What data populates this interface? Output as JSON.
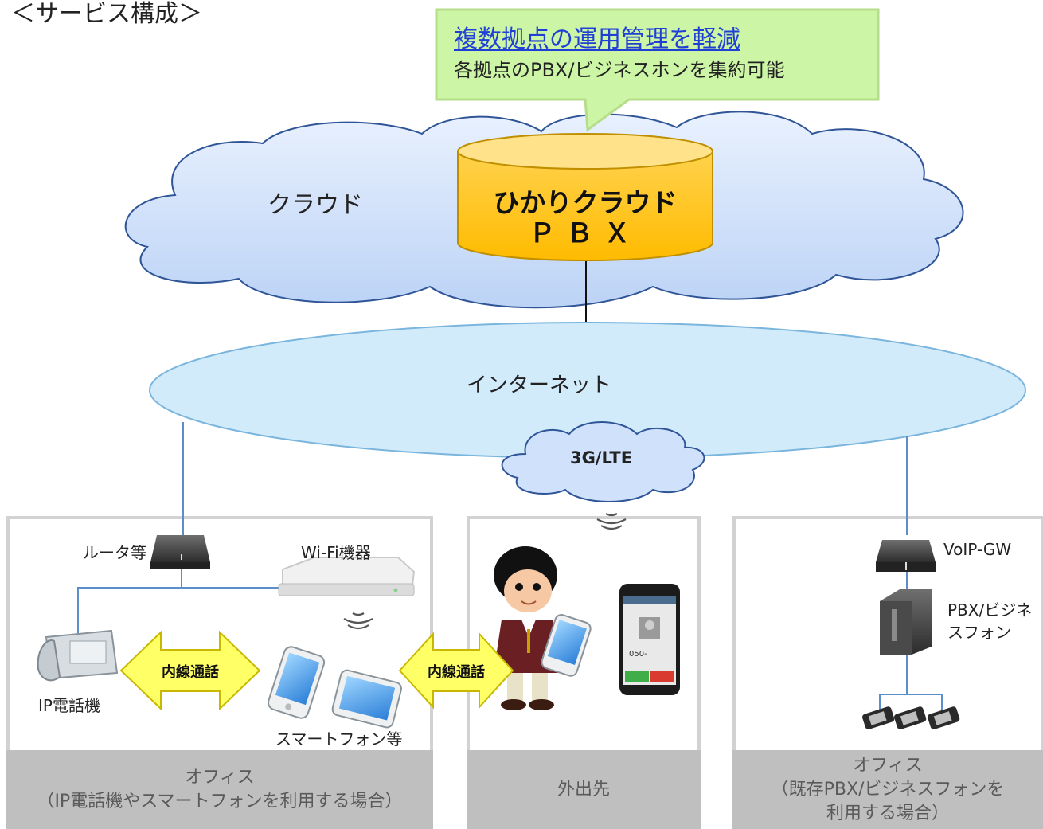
{
  "title": "＜サービス構成＞",
  "callout": {
    "title": "複数拠点の運用管理を軽減",
    "subtitle": "各拠点のPBX/ビジネスホンを集約可能"
  },
  "cloud": {
    "label": "クラウド",
    "pbx_name": "ひかりクラウド",
    "pbx_sub": "ＰＢＸ"
  },
  "internet": {
    "label": "インターネット"
  },
  "mobile_net": {
    "label": "3G/LTE"
  },
  "zones": {
    "office_ip": {
      "router_label": "ルータ等",
      "wifi_label": "Wi-Fi機器",
      "ip_phone_label": "IP電話機",
      "smartphone_label": "スマートフォン等",
      "arrow_label": "内線通話",
      "footer_line1": "オフィス",
      "footer_line2": "（IP電話機やスマートフォンを利用する場合）"
    },
    "outside": {
      "arrow_label": "内線通話",
      "footer": "外出先",
      "phone_screen_number": "050-"
    },
    "office_legacy": {
      "gw_label": "VoIP-GW",
      "pbx_label_line1": "PBX/ビジネ",
      "pbx_label_line2": "スフォン",
      "footer_line1": "オフィス",
      "footer_line2": "（既存PBX/ビジネスフォンを",
      "footer_line3": "利用する場合）"
    }
  },
  "colors": {
    "callout_bg": "#ccf5a6",
    "cloud_fill": "#cfe1fb",
    "pbx_fill": "#ffc000",
    "internet_fill": "#d2ebfa",
    "arrow_fill": "#ffff66",
    "footer_bg": "#bfbfbf"
  }
}
